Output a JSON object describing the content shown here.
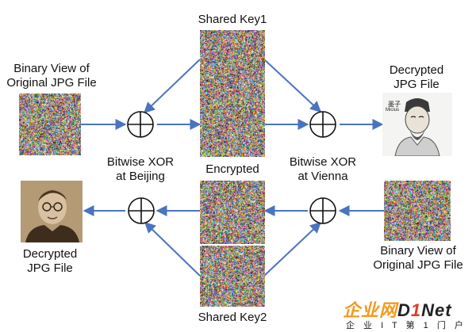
{
  "labels": {
    "shared_key1": "Shared Key1",
    "shared_key2": "Shared Key2",
    "encrypted": "Encrypted",
    "binary_view_line1": "Binary View of",
    "binary_view_line2": "Original JPG File",
    "decrypted_line1": "Decrypted",
    "decrypted_line2": "JPG File",
    "xor_beijing_line1": "Bitwise XOR",
    "xor_beijing_line2": "at Beijing",
    "xor_vienna_line1": "Bitwise XOR",
    "xor_vienna_line2": "at Vienna"
  },
  "portrait_caption": {
    "line1": "墨子",
    "line2": "Micius"
  },
  "watermark": {
    "main_prefix": "企业网",
    "main_brand_d": "D",
    "main_brand_1": "1",
    "main_brand_net": "Net",
    "sub": "企 业 I T 第 1 门 户"
  },
  "colors": {
    "arrow": "#4a74c0",
    "xor_stroke": "#111111",
    "watermark_orange": "#f39a1e",
    "watermark_red": "#e23a2a",
    "watermark_dark": "#222222"
  }
}
